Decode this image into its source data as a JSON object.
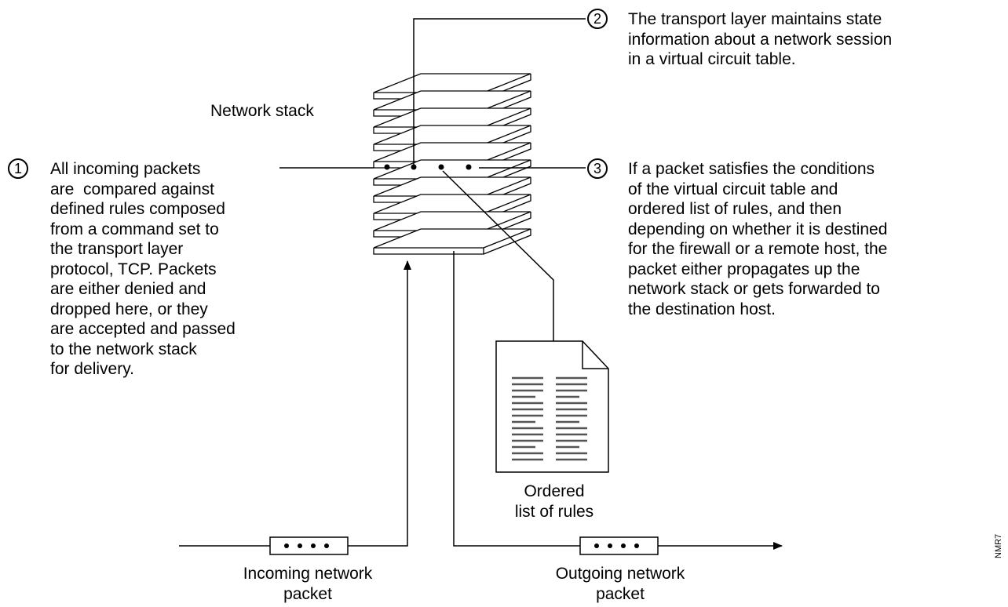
{
  "labels": {
    "network_stack": "Network stack",
    "ordered_list": "Ordered\nlist of rules",
    "incoming_packet": "Incoming network\npacket",
    "outgoing_packet": "Outgoing network\npacket",
    "figure_id": "NMR7"
  },
  "callouts": [
    {
      "number": "1",
      "text": "All incoming packets\nare  compared against\ndefined rules composed\nfrom a command set to\nthe transport layer\nprotocol, TCP. Packets\nare either denied and\ndropped here, or they\nare accepted and passed\nto the network stack\nfor delivery."
    },
    {
      "number": "2",
      "text": "The transport layer maintains state\ninformation about a network session\nin a virtual circuit table."
    },
    {
      "number": "3",
      "text": "If a packet satisfies the conditions\nof the virtual circuit table and\nordered list of rules, and then\ndepending on whether it is destined\nfor the firewall or a remote host, the\npacket either propagates up the\nnetwork stack or gets forwarded to\nthe destination host."
    }
  ],
  "colors": {
    "line": "#000000",
    "background": "#ffffff"
  }
}
